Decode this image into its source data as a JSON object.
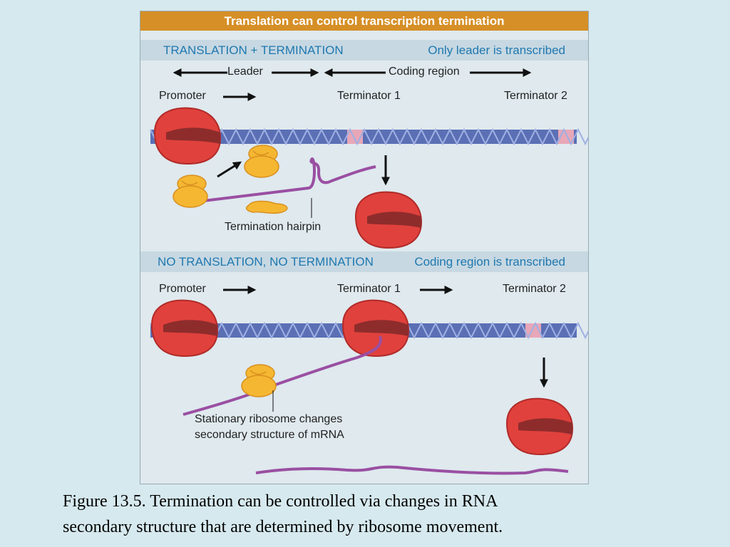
{
  "figure": {
    "title": "Translation can control transcription termination",
    "panel1": {
      "header_left": "TRANSLATION + TERMINATION",
      "header_right": "Only leader is transcribed",
      "leader": "Leader",
      "coding_region": "Coding region",
      "promoter": "Promoter",
      "terminator1": "Terminator 1",
      "terminator2": "Terminator 2",
      "hairpin_label": "Termination hairpin"
    },
    "panel2": {
      "header_left": "NO TRANSLATION, NO TERMINATION",
      "header_right": "Coding region is transcribed",
      "promoter": "Promoter",
      "terminator1": "Terminator 1",
      "terminator2": "Terminator 2",
      "ribosome_label_line1": "Stationary ribosome changes",
      "ribosome_label_line2": "secondary structure of mRNA"
    },
    "colors": {
      "title_bar": "#d68f26",
      "header_band": "#c7d8e2",
      "header_text": "#1f78b0",
      "rna_polymerase": "#e0413c",
      "ribosome": "#f5b732",
      "mrna": "#9a4fa2",
      "dna": "#5b6fb5"
    }
  },
  "caption": {
    "line1": "Figure 13.5.  Termination can be controlled via changes in RNA",
    "line2": "secondary structure that are determined by ribosome movement."
  }
}
